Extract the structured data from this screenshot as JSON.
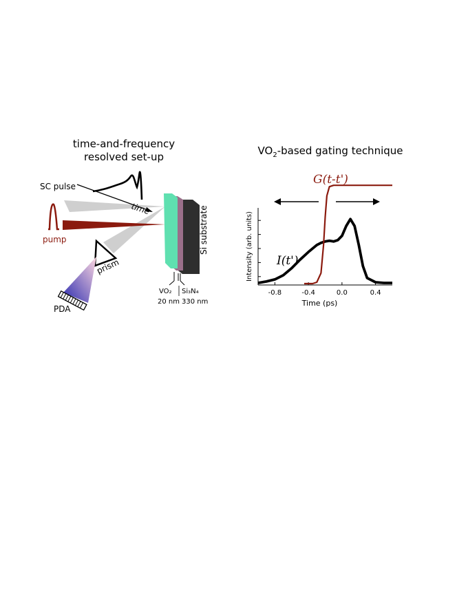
{
  "left_panel": {
    "title_line1": "time-and-frequency",
    "title_line2": "resolved set-up",
    "sc_pulse_label": "SC pulse",
    "time_label": "time",
    "pump_label": "pump",
    "prism_label": "prism",
    "pda_label": "PDA",
    "substrate_label": "Si substrate",
    "vo2_label": "VO₂",
    "vo2_thickness": "20 nm",
    "sin_label": "Si₃N₄",
    "sin_thickness": "330 nm"
  },
  "right_panel": {
    "title_pre": "VO",
    "title_sub": "2",
    "title_post": "-based gating technique",
    "gate_label": "G(t-t')",
    "intensity_label": "I(t')"
  },
  "colors": {
    "pump": "#8b1a0e",
    "vo2_layer": "#5fe0b0",
    "sin_layer": "#9a6f8a",
    "substrate": "#2e2e2e",
    "beam": "#cfcfcf",
    "gate_curve": "#8b1a0e",
    "intensity_curve": "#000000",
    "spectrum_start": "#2b2bb0",
    "spectrum_end": "#ffd8e0"
  },
  "chart_data": {
    "type": "line",
    "xlabel": "Time (ps)",
    "ylabel": "Intensity (arb. units)",
    "xlim": [
      -1.0,
      0.6
    ],
    "ylim": [
      0,
      1.0
    ],
    "xticks": [
      -0.8,
      -0.4,
      0.0,
      0.4
    ],
    "xtick_labels": [
      "-0.8",
      "-0.4",
      "0.0",
      "0.4"
    ],
    "yticks": [
      0.1,
      0.3,
      0.5,
      0.7,
      0.9
    ],
    "series": [
      {
        "name": "I(t')",
        "x": [
          -1.0,
          -0.9,
          -0.8,
          -0.7,
          -0.6,
          -0.5,
          -0.4,
          -0.3,
          -0.25,
          -0.2,
          -0.15,
          -0.1,
          -0.05,
          0.0,
          0.05,
          0.1,
          0.15,
          0.2,
          0.25,
          0.3,
          0.4,
          0.5,
          0.6
        ],
        "y": [
          0.01,
          0.03,
          0.06,
          0.12,
          0.22,
          0.34,
          0.45,
          0.55,
          0.58,
          0.6,
          0.61,
          0.6,
          0.62,
          0.68,
          0.82,
          0.92,
          0.82,
          0.55,
          0.25,
          0.08,
          0.02,
          0.01,
          0.01
        ]
      },
      {
        "name": "G(t-t')",
        "x": [
          -0.45,
          -0.35,
          -0.3,
          -0.25,
          -0.22,
          -0.2,
          -0.18,
          -0.15,
          -0.1,
          0.0,
          0.2,
          0.4,
          0.6
        ],
        "y": [
          0.0,
          0.0,
          0.02,
          0.15,
          0.55,
          0.95,
          1.25,
          1.38,
          1.4,
          1.4,
          1.4,
          1.4,
          1.4
        ]
      }
    ]
  }
}
